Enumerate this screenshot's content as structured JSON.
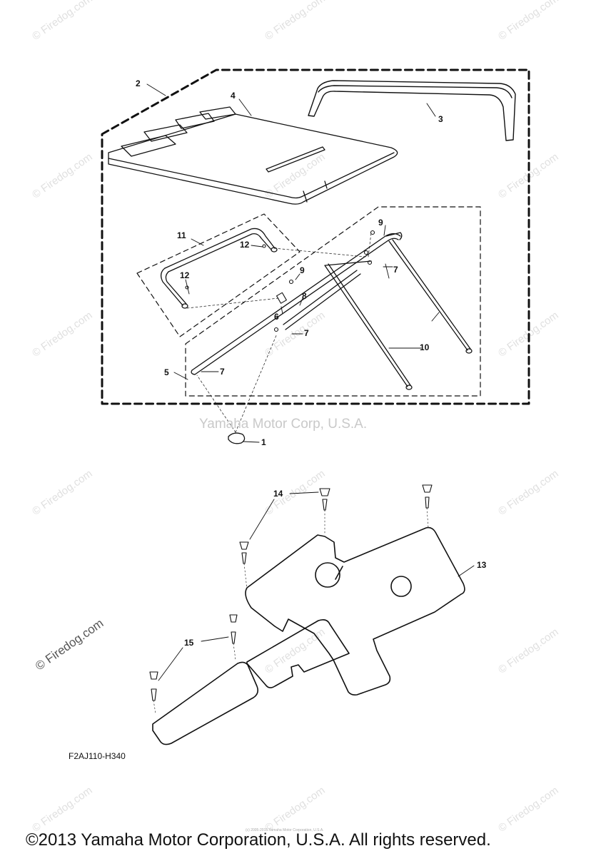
{
  "watermarks": {
    "firedog": "© Firedog.com",
    "center": "Yamaha Motor Corp, U.S.A.",
    "left_big": "© Firedog.com"
  },
  "callouts": [
    {
      "id": "c1",
      "label": "1"
    },
    {
      "id": "c2",
      "label": "2"
    },
    {
      "id": "c3",
      "label": "3"
    },
    {
      "id": "c4",
      "label": "4"
    },
    {
      "id": "c5",
      "label": "5"
    },
    {
      "id": "c6",
      "label": "6"
    },
    {
      "id": "c7a",
      "label": "7"
    },
    {
      "id": "c7b",
      "label": "7"
    },
    {
      "id": "c7c",
      "label": "7"
    },
    {
      "id": "c8",
      "label": "8"
    },
    {
      "id": "c9a",
      "label": "9"
    },
    {
      "id": "c9b",
      "label": "9"
    },
    {
      "id": "c10",
      "label": "10"
    },
    {
      "id": "c11",
      "label": "11"
    },
    {
      "id": "c12a",
      "label": "12"
    },
    {
      "id": "c12b",
      "label": "12"
    },
    {
      "id": "c13",
      "label": "13"
    },
    {
      "id": "c14",
      "label": "14"
    },
    {
      "id": "c15",
      "label": "15"
    }
  ],
  "diagram_code": "F2AJ110-H340",
  "copyright_small": "(c) 2005-2015 Yamaha Motor Corporation, U.S.A.",
  "copyright": "©2013 Yamaha Motor Corporation, U.S.A. All rights reserved."
}
